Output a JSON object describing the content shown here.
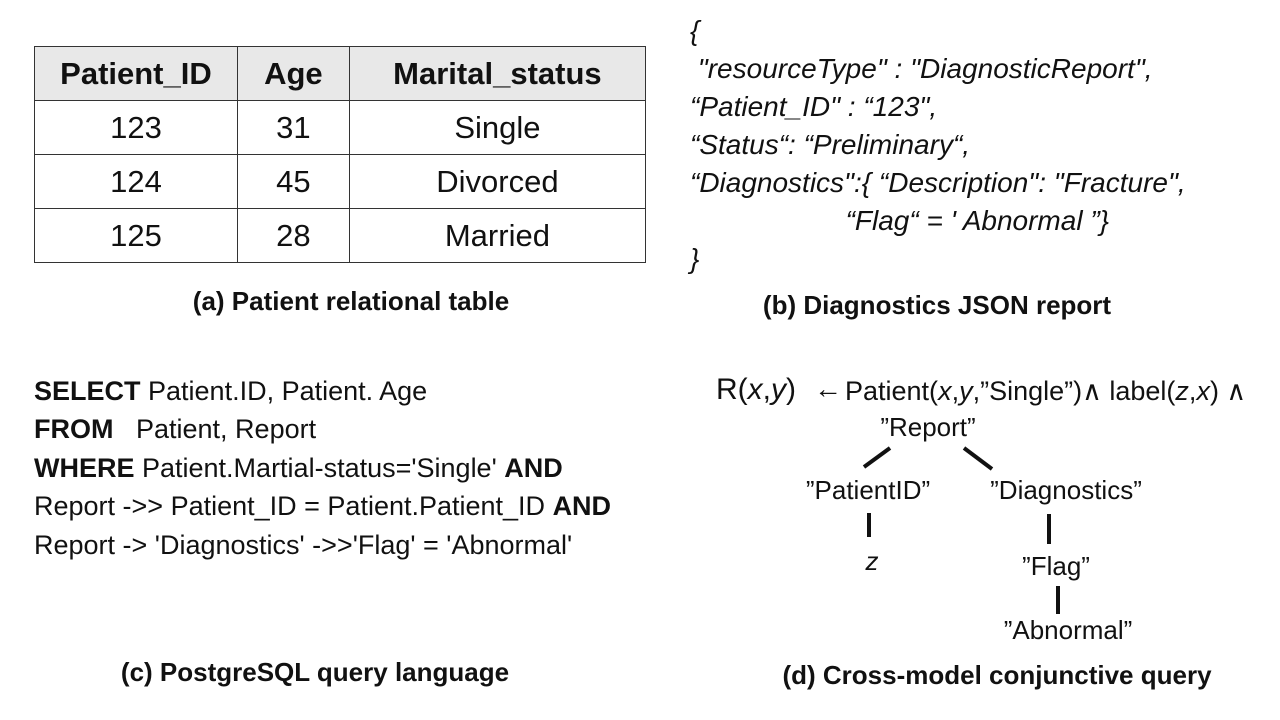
{
  "table": {
    "headers": [
      "Patient_ID",
      "Age",
      "Marital_status"
    ],
    "rows": [
      [
        "123",
        "31",
        "Single"
      ],
      [
        "124",
        "45",
        "Divorced"
      ],
      [
        "125",
        "28",
        "Married"
      ]
    ],
    "caption": "(a) Patient relational table"
  },
  "json_report": {
    "lines": [
      "{",
      " \"resourceType\" : \"DiagnosticReport\",",
      "“Patient_ID\" : “123\",",
      "“Status“: “Preliminary“,",
      "“Diagnostics\":{ “Description\": \"Fracture\",",
      "                    “Flag“ = ' Abnormal ”}",
      "}"
    ],
    "caption": "(b) Diagnostics JSON report"
  },
  "sql": {
    "line1_kw": "SELECT",
    "line1_rest": " Patient.ID, Patient. Age",
    "line2_kw": "FROM",
    "line2_rest": "   Patient, Report",
    "line3_kw": "WHERE",
    "line3_rest": " Patient.Martial-status='Single' ",
    "line3_kw2": "AND",
    "line4_rest": "Report ->> Patient_ID = Patient.Patient_ID ",
    "line4_kw": "AND",
    "line5_rest": "Report -> 'Diagnostics' ->>'Flag' = 'Abnormal'",
    "caption": "(c) PostgreSQL query language"
  },
  "cq": {
    "head_r": "R(",
    "head_x": "x",
    "head_comma": ",",
    "head_y": "y",
    "head_close": ")",
    "arrow": "←",
    "body_a": "Patient(",
    "body_x": "x",
    "body_c1": ",",
    "body_y": "y",
    "body_b": ",”Single”)∧ label(",
    "body_z": "z",
    "body_c2": ",",
    "body_x2": "x",
    "body_end": ") ∧",
    "node_report": "”Report”",
    "node_patientid": "”PatientID”",
    "node_diagnostics": "”Diagnostics”",
    "node_z": "z",
    "node_flag": "”Flag”",
    "node_abnormal": "”Abnormal”",
    "caption": "(d) Cross-model conjunctive query"
  }
}
